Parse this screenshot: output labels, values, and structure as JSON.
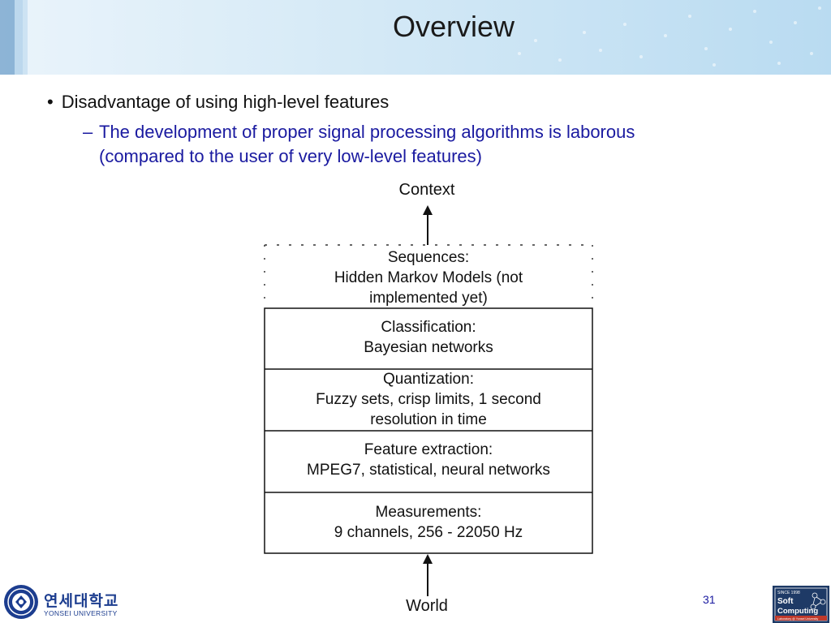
{
  "header": {
    "title": "Overview"
  },
  "bullets": {
    "level1": "Disadvantage of using high-level features",
    "level1_marker": "•",
    "level2_marker": "–",
    "level2_line1": "The development of proper signal processing algorithms is laborous",
    "level2_line2": "(compared to the user of very low-level features)"
  },
  "diagram": {
    "top_label": "Context",
    "bottom_label": "World",
    "layers": [
      {
        "lines": [
          "Sequences:",
          "Hidden Markov Models (not",
          "implemented yet)"
        ],
        "border": "dashed"
      },
      {
        "lines": [
          "Classification:",
          "Bayesian networks"
        ],
        "border": "solid"
      },
      {
        "lines": [
          "Quantization:",
          "Fuzzy sets, crisp limits, 1 second",
          "resolution in time"
        ],
        "border": "solid"
      },
      {
        "lines": [
          "Feature extraction:",
          "MPEG7, statistical, neural networks"
        ],
        "border": "solid"
      },
      {
        "lines": [
          "Measurements:",
          "9 channels, 256 - 22050 Hz"
        ],
        "border": "solid"
      }
    ]
  },
  "footer": {
    "page_number": "31",
    "yonsei_korean": "연세대학교",
    "yonsei_english": "YONSEI UNIVERSITY",
    "sc_since": "SINCE 1998",
    "sc_line1": "Soft",
    "sc_line2": "Computing",
    "sc_caption": "Laboratory @ Yonsei University"
  }
}
